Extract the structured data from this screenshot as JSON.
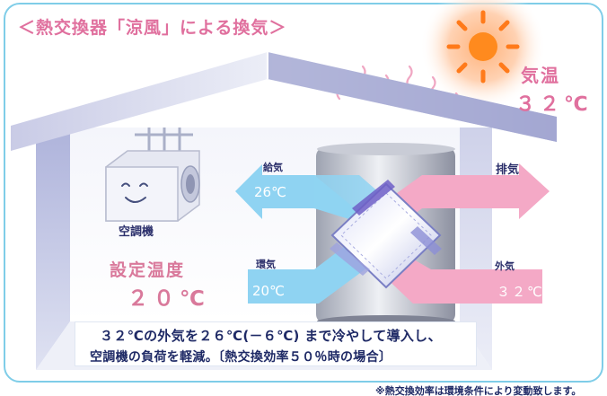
{
  "title": "＜熱交換器「涼風」による換気＞",
  "outdoor": {
    "label": "気温",
    "value": "３２℃"
  },
  "indoor": {
    "unit_label": "空調機",
    "set_label": "設定温度",
    "set_value": "２０℃"
  },
  "flows": {
    "supply": {
      "label": "給気",
      "temp": "26℃"
    },
    "exhaust": {
      "label": "排気"
    },
    "return": {
      "label": "環気",
      "temp": "20℃"
    },
    "outside": {
      "label": "外気",
      "temp": "３２℃"
    }
  },
  "description": {
    "line1": "３２℃の外気を２６℃(－６℃) まで冷やして導入し、",
    "line2": "空調機の負荷を軽減。〔熱交換効率５０％時の場合〕"
  },
  "note": "※熱交換効率は環境条件により変動致します。",
  "colors": {
    "frame": "#7fcde8",
    "accent_pink": "#e0709e",
    "cool_blue": "#8fd3f2",
    "warm_pink": "#f4a9c6",
    "text_navy": "#1f2a66"
  },
  "icons": [
    "sun-icon",
    "heat-wave-icon",
    "air-conditioner-icon",
    "heat-exchanger-icon"
  ]
}
